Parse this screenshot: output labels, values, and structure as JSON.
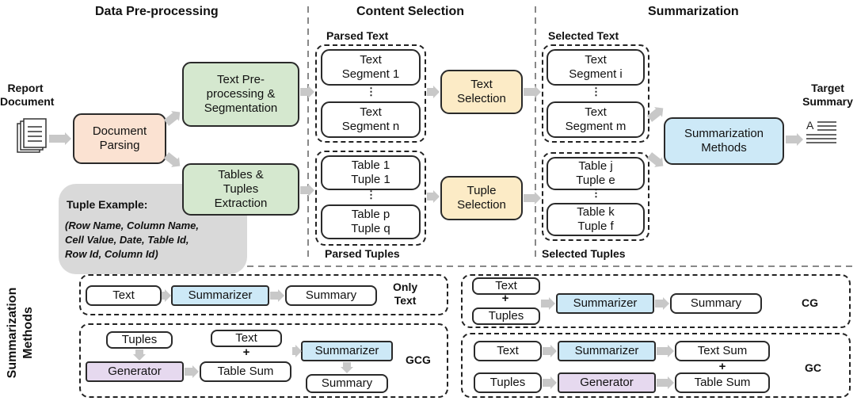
{
  "headers": {
    "preprocessing": "Data Pre-processing",
    "selection": "Content Selection",
    "summarization": "Summarization"
  },
  "top": {
    "report_document": "Report\nDocument",
    "document_parsing": "Document\nParsing",
    "text_preprocessing": "Text Pre-\nprocessing &\nSegmentation",
    "tables_extraction": "Tables &\nTuples\nExtraction",
    "tuple_example_title": "Tuple Example:",
    "tuple_example_body": "(Row Name, Column Name,\nCell Value, Date, Table Id,\nRow Id, Column Id)",
    "parsed_text_label": "Parsed Text",
    "parsed_tuples_label": "Parsed Tuples",
    "text_segment_1": "Text\nSegment 1",
    "text_segment_n": "Text\nSegment n",
    "table_1": "Table 1\nTuple 1",
    "table_p": "Table p\nTuple q",
    "text_selection": "Text\nSelection",
    "tuple_selection": "Tuple\nSelection",
    "selected_text_label": "Selected Text",
    "selected_tuples_label": "Selected Tuples",
    "text_segment_i": "Text\nSegment i",
    "text_segment_m": "Text\nSegment m",
    "table_j": "Table j\nTuple e",
    "table_k": "Table k\nTuple f",
    "summarization_methods": "Summarization\nMethods",
    "target_summary": "Target\nSummary",
    "vdots": "⋮"
  },
  "bottom": {
    "side_label": "Summarization\nMethods",
    "only_text": {
      "text": "Text",
      "summarizer": "Summarizer",
      "summary": "Summary",
      "tag": "Only\nText"
    },
    "cg": {
      "text": "Text",
      "plus": "+",
      "tuples": "Tuples",
      "summarizer": "Summarizer",
      "summary": "Summary",
      "tag": "CG"
    },
    "gcg": {
      "tuples": "Tuples",
      "generator": "Generator",
      "text": "Text",
      "plus": "+",
      "table_sum": "Table Sum",
      "summarizer": "Summarizer",
      "summary": "Summary",
      "tag": "GCG"
    },
    "gc": {
      "text": "Text",
      "summarizer": "Summarizer",
      "text_sum": "Text Sum",
      "plus": "+",
      "tuples": "Tuples",
      "generator": "Generator",
      "table_sum": "Table Sum",
      "tag": "GC"
    }
  },
  "colors": {
    "green": "#d5e8cf",
    "peach": "#fbe2d2",
    "yellow": "#fcebc6",
    "blue": "#cde9f7",
    "purple": "#e6d9ef",
    "gray_callout": "#d9d9d9",
    "arrow": "#c8c8c8",
    "border": "#2a2a2a"
  }
}
